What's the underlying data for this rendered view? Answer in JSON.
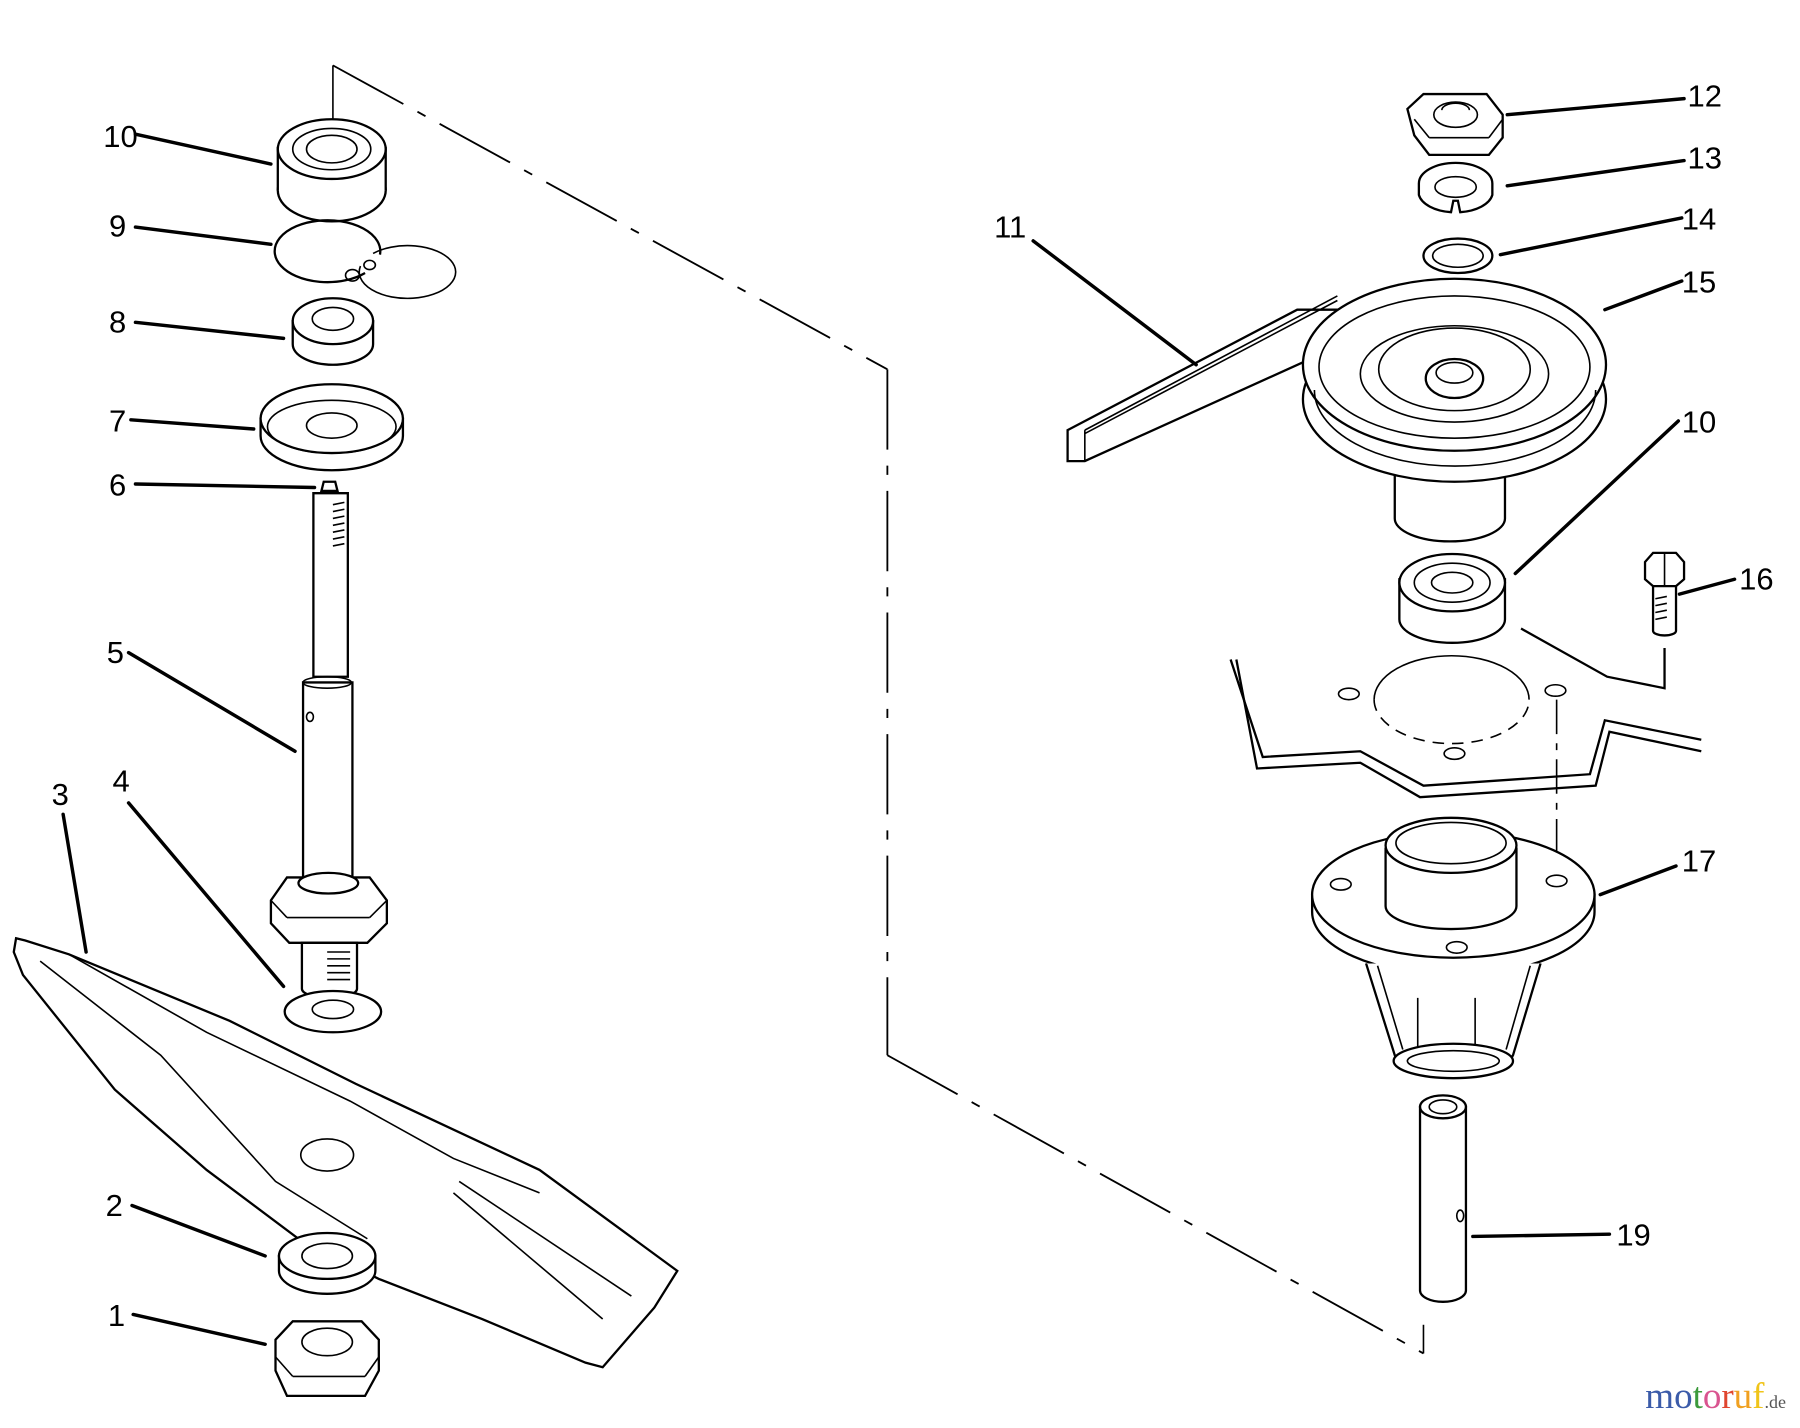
{
  "diagram": {
    "type": "exploded-parts-diagram",
    "subject": "Mower blade spindle assembly",
    "left_group": {
      "callouts": [
        {
          "id": "10",
          "label": "10",
          "part": "bearing"
        },
        {
          "id": "9",
          "label": "9",
          "part": "retaining ring"
        },
        {
          "id": "8",
          "label": "8",
          "part": "spacer"
        },
        {
          "id": "7",
          "label": "7",
          "part": "seal cup"
        },
        {
          "id": "6",
          "label": "6",
          "part": "grease fitting"
        },
        {
          "id": "5",
          "label": "5",
          "part": "spindle shaft"
        },
        {
          "id": "4",
          "label": "4",
          "part": "washer"
        },
        {
          "id": "3",
          "label": "3",
          "part": "blade"
        },
        {
          "id": "2",
          "label": "2",
          "part": "spacer"
        },
        {
          "id": "1",
          "label": "1",
          "part": "hex nut"
        }
      ]
    },
    "right_group": {
      "callouts": [
        {
          "id": "12",
          "label": "12",
          "part": "hex nut"
        },
        {
          "id": "13",
          "label": "13",
          "part": "lock washer"
        },
        {
          "id": "14",
          "label": "14",
          "part": "washer"
        },
        {
          "id": "11",
          "label": "11",
          "part": "key"
        },
        {
          "id": "15",
          "label": "15",
          "part": "pulley"
        },
        {
          "id": "10b",
          "label": "10",
          "part": "bearing"
        },
        {
          "id": "16",
          "label": "16",
          "part": "bolt"
        },
        {
          "id": "17",
          "label": "17",
          "part": "spindle housing"
        },
        {
          "id": "19",
          "label": "19",
          "part": "spacer tube"
        }
      ]
    }
  },
  "watermark": {
    "letters": [
      {
        "ch": "m",
        "color": "#3b5ba9"
      },
      {
        "ch": "o",
        "color": "#3b5ba9"
      },
      {
        "ch": "t",
        "color": "#3c9a3c"
      },
      {
        "ch": "o",
        "color": "#d9548f"
      },
      {
        "ch": "r",
        "color": "#e0462f"
      },
      {
        "ch": "u",
        "color": "#f0a020"
      },
      {
        "ch": "f",
        "color": "#f0c419"
      }
    ],
    "suffix": ".de"
  }
}
